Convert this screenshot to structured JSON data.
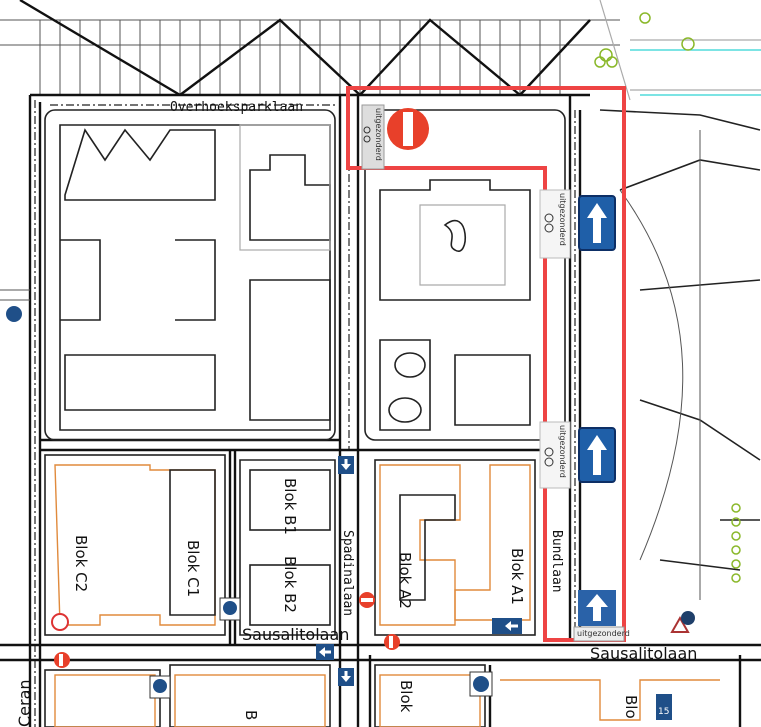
{
  "streets": {
    "overhoeksparklaan": "Overhoeksparklaan",
    "sausalitolaan_1": "Sausalitolaan",
    "sausalitolaan_2": "Sausalitolaan",
    "spadinalaan": "Spadinalaan",
    "bundlaan": "Bundlaan",
    "ceran_partial": "Ceran"
  },
  "blocks": {
    "c2": "Blok C2",
    "c1": "Blok C1",
    "b1": "Blok B1",
    "b2": "Blok B2",
    "a2": "Blok A2",
    "a1": "Blok A1",
    "bottom_1": "B",
    "bottom_2": "Blok",
    "bottom_3": "Blo"
  },
  "signs": {
    "exception_text": "uitgezonderd",
    "bus_number": "15"
  },
  "colors": {
    "highlight": "#ee4444",
    "sign_blue": "#1f5fa8",
    "no_entry_red": "#e8402a",
    "building_orange": "#e08a3c"
  }
}
